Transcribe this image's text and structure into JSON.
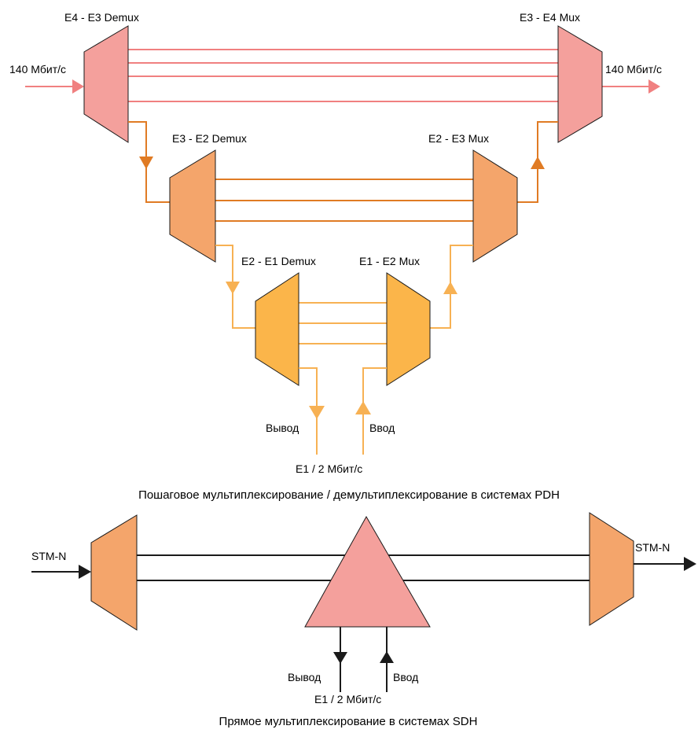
{
  "colors": {
    "e4": "#f4a09c",
    "e4_line": "#f08080",
    "e3": "#f4a56b",
    "e3_line": "#e07b24",
    "e2": "#fbb54a",
    "e2_line": "#f7b153",
    "sdh_mux": "#f4a56b",
    "sdh_adm": "#f4a09c",
    "stroke": "#1a1a1a"
  },
  "pdh": {
    "e4_e3_demux": "E4 - E3 Demux",
    "e3_e4_mux": "E3 - E4 Mux",
    "e3_e2_demux": "E3 - E2 Demux",
    "e2_e3_mux": "E2 - E3 Mux",
    "e2_e1_demux": "E2 - E1 Demux",
    "e1_e2_mux": "E1 - E2 Mux",
    "in_rate": "140 Мбит/с",
    "out_rate": "140 Мбит/с",
    "drop": "Вывод",
    "add": "Ввод",
    "tributary": "E1 / 2 Мбит/с",
    "caption": "Пошаговое мультиплексирование / демультиплексирование в системах PDH"
  },
  "sdh": {
    "in_label": "STM-N",
    "out_label": "STM-N",
    "drop": "Вывод",
    "add": "Ввод",
    "tributary": "E1 / 2 Мбит/с",
    "caption": "Прямое мультиплексирование в системах SDH"
  }
}
